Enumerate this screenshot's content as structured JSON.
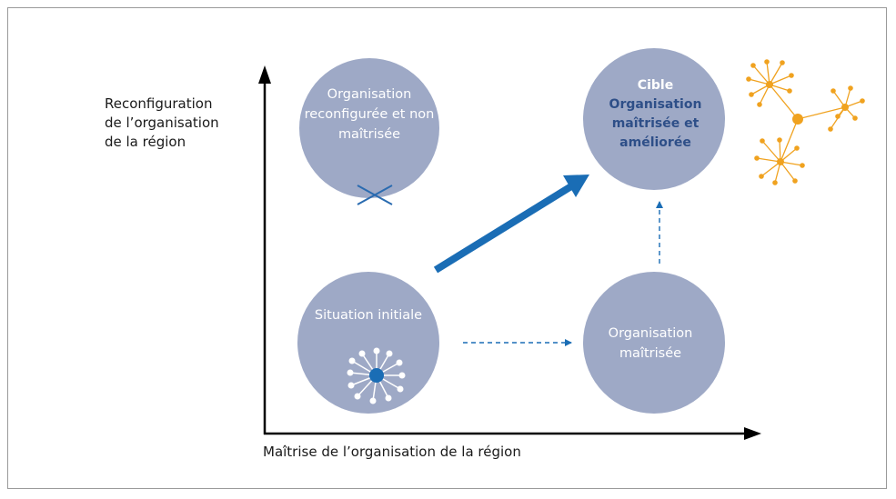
{
  "axes": {
    "y_label_lines": [
      "Reconfiguration",
      "de l’organisation",
      "de la région"
    ],
    "x_label": "Maîtrise de l’organisation de la région"
  },
  "circles": {
    "top_left": {
      "lines": [
        "Organisation",
        "reconfigurée et non",
        "maîtrisée"
      ]
    },
    "initial": {
      "text": "Situation initiale"
    },
    "maitrisee": {
      "lines": [
        "Organisation",
        "maîtrisée"
      ]
    },
    "target": {
      "title": "Cible",
      "lines": [
        "Organisation",
        "maîtrisée et",
        "améliorée"
      ]
    }
  },
  "colors": {
    "circle_fill": "#9ea9c6",
    "axis": "#000000",
    "arrow_blue": "#1a6db5",
    "target_text": "#2e4f88",
    "network_orange": "#f0a21f",
    "cross": "#2a6bb0"
  }
}
